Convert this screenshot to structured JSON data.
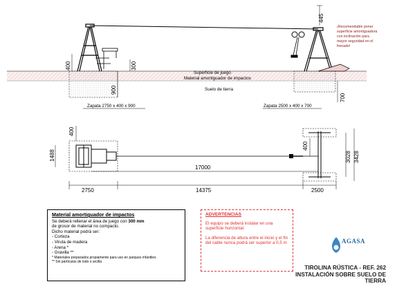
{
  "elevation": {
    "dim_445": "445",
    "dim_400": "400",
    "dim_300": "300",
    "dim_900": "900",
    "dim_700": "700",
    "label_surface": "Superficie de juego",
    "label_impact": "Material amortiguador de impactos",
    "label_ground": "Suelo de tierra",
    "footing_left": "Zapata 2750 x 400 x 900",
    "footing_right": "Zapata 2500 x 400 x 700",
    "note_lines": [
      "¡Recomendable poner",
      "superficie amortiguadora",
      "con inclinación para",
      "mayor seguridad en el",
      "frenado!"
    ]
  },
  "plan": {
    "dim_400_top": "400",
    "dim_1488": "1488",
    "dim_17000": "17000",
    "dim_400_right": "400",
    "dim_3028": "3028",
    "dim_3428": "3428",
    "dim_2750": "2750",
    "dim_14375": "14375",
    "dim_2500": "2500"
  },
  "material": {
    "title": "Material amortiguador de impactos",
    "line1_pre": "Se deberá rellenar el área de juego con ",
    "line1_bold": "300 mm",
    "line2": "de grosor de material no compacto.",
    "line3": "Dicho material podrá ser:",
    "items": [
      "- Corteza",
      "- Viruta de madera",
      "- Arena *",
      "- Gravilla **"
    ],
    "note1": "* Materiales preparados propiamente para uso en parques infantiles",
    "note2": "** Sin partículas de lodo o arcilla"
  },
  "advert": {
    "title": "ADVERTENCIAS",
    "p1": "El equipo se deberá instalar  en una superficie horizontal.",
    "p2": "La diferencia de altura entre el inicio y el fin del cable nunca podrá ser superior a 0,5 m"
  },
  "logo": {
    "text": "AGASA"
  },
  "title_block": {
    "line1": "TIROLINA RÚSTICA - REF. 262",
    "line2": "INSTALACIÓN SOBRE SUELO DE TIERRA"
  },
  "colors": {
    "ground_hatch": "#e8a0a0",
    "warning": "#e03030",
    "logo": "#2a6aa0"
  }
}
